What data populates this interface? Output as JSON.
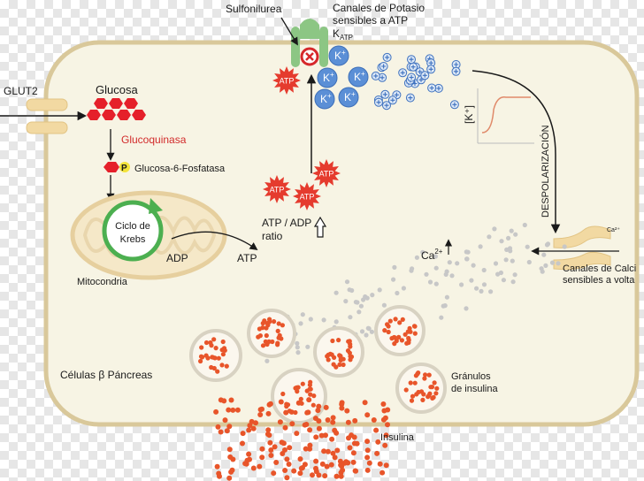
{
  "labels": {
    "sulfonilurea": "Sulfonilurea",
    "katp_line1": "Canales de Potasio",
    "katp_line2": "sensibles a ATP",
    "katp_symbol": "K",
    "katp_sub": "ATP",
    "glut2": "GLUT2",
    "glucosa": "Glucosa",
    "glucoquinasa": "Glucoquinasa",
    "phosphate": "P",
    "g6p": "Glucosa-6-Fosfatasa",
    "krebs_line1": "Ciclo de",
    "krebs_line2": "Krebs",
    "mitocondria": "Mitocondria",
    "adp_left": "ADP",
    "atp_bottom": "ATP",
    "atp_adp_line1": "ATP / ADP",
    "atp_adp_line2": "ratio",
    "atp_badge": "ATP",
    "k_ion": "K",
    "k_charge": "+",
    "k_bracket": "[K⁺]",
    "despolarizacion": "DESPOLARIZACIÓN",
    "ca_small": "Ca²⁺",
    "ca_big": "Ca",
    "ca_charge": "2+",
    "calcio_line1": "Canales de Calci",
    "calcio_line2": "sensibles a volta",
    "celulas": "Células β Páncreas",
    "granulos_line1": "Gránulos",
    "granulos_line2": "de insulina",
    "insulina": "Insulina"
  },
  "colors": {
    "cell_fill": "#f7f4e4",
    "cell_stroke": "#d9c89a",
    "glucose": "#e5202a",
    "glucoquinasa_text": "#d22b2b",
    "krebs_ring": "#4caf50",
    "atp_star": "#e53b2e",
    "k_ion": "#5b8fd6",
    "plus_ion": "#3f72bf",
    "insulin": "#e8552a",
    "channel": "#f2d9a2",
    "katp_channel": "#8cc684",
    "block": "#d6282b",
    "ca_dot": "#c7c7c7",
    "graph_line": "#e08a6a",
    "phosphate": "#f3e33a"
  }
}
